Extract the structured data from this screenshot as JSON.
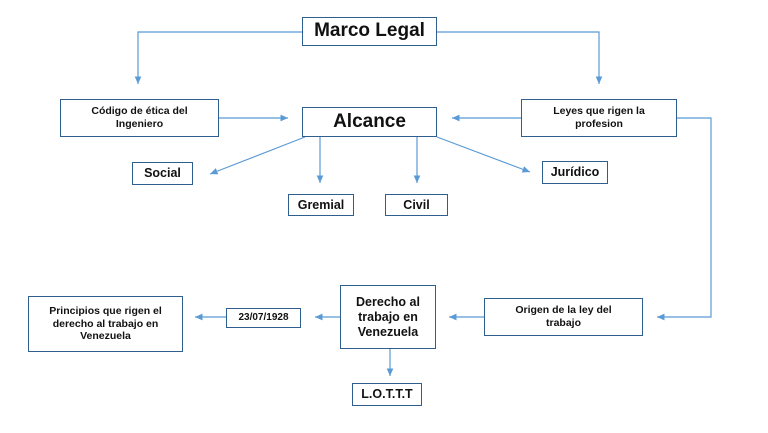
{
  "diagram": {
    "colors": {
      "border": "#2e5f8f",
      "arrow": "#5b9bd5",
      "text": "#111111"
    },
    "nodes": {
      "marco_legal": "Marco Legal",
      "codigo_etica": "Código de ética del Ingeniero",
      "alcance": "Alcance",
      "leyes": "Leyes que rigen la profesion",
      "social": "Social",
      "gremial": "Gremial",
      "civil": "Civil",
      "juridico": "Jurídico",
      "principios": "Principios que rigen el derecho al trabajo en Venezuela",
      "fecha": "23/07/1928",
      "derecho": "Derecho al trabajo en Venezuela",
      "origen": "Origen de la ley del trabajo",
      "lottt": "L.O.T.T.T"
    }
  }
}
